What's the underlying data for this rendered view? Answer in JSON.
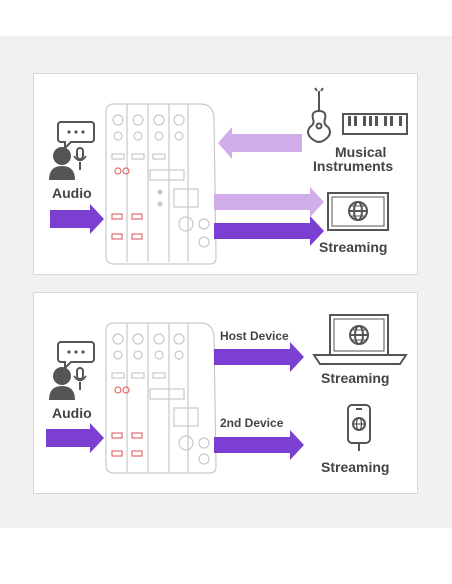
{
  "colors": {
    "arrow_dark": "#7b3fd1",
    "arrow_light": "#d1aeea",
    "icon_gray": "#555555",
    "mixer_line": "#c9c9c9",
    "panel_border": "#d7d7d7",
    "background": "#f1f1f1"
  },
  "top_panel": {
    "audio_label": "Audio",
    "instruments_label_line1": "Musical",
    "instruments_label_line2": "Instruments",
    "streaming_label": "Streaming",
    "icons": [
      "speech-bubble-icon",
      "person-mic-icon",
      "guitar-icon",
      "keyboard-icon",
      "monitor-globe-icon",
      "mixer-icon"
    ]
  },
  "bottom_panel": {
    "audio_label": "Audio",
    "host_device_label": "Host Device",
    "second_device_label": "2nd Device",
    "streaming_label_laptop": "Streaming",
    "streaming_label_phone": "Streaming",
    "icons": [
      "speech-bubble-icon",
      "person-mic-icon",
      "laptop-globe-icon",
      "phone-globe-icon",
      "mixer-icon"
    ]
  }
}
